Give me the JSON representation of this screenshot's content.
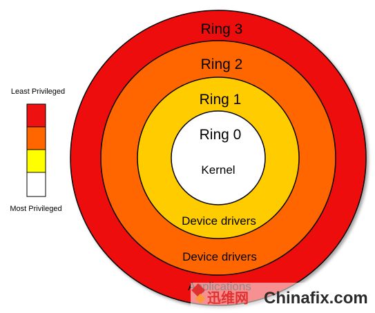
{
  "rings": [
    {
      "label": "Ring 3",
      "color": "#ee1111"
    },
    {
      "label": "Ring 2",
      "color": "#ff6600"
    },
    {
      "label": "Ring 1",
      "color": "#ffcc00"
    },
    {
      "label": "Ring 0",
      "color": "#ffffff"
    }
  ],
  "inner_labels": {
    "kernel": "Kernel",
    "ring1_contents": "Device drivers",
    "ring2_contents": "Device drivers",
    "ring3_contents": "Applications"
  },
  "legend": {
    "top_label": "Least Privileged",
    "bottom_label": "Most Privileged",
    "swatches": [
      "#ee1111",
      "#ff6600",
      "#ffff00",
      "#ffffff"
    ]
  },
  "watermark": {
    "cn_text": "迅维网",
    "site_text": "Chinafix.com"
  }
}
